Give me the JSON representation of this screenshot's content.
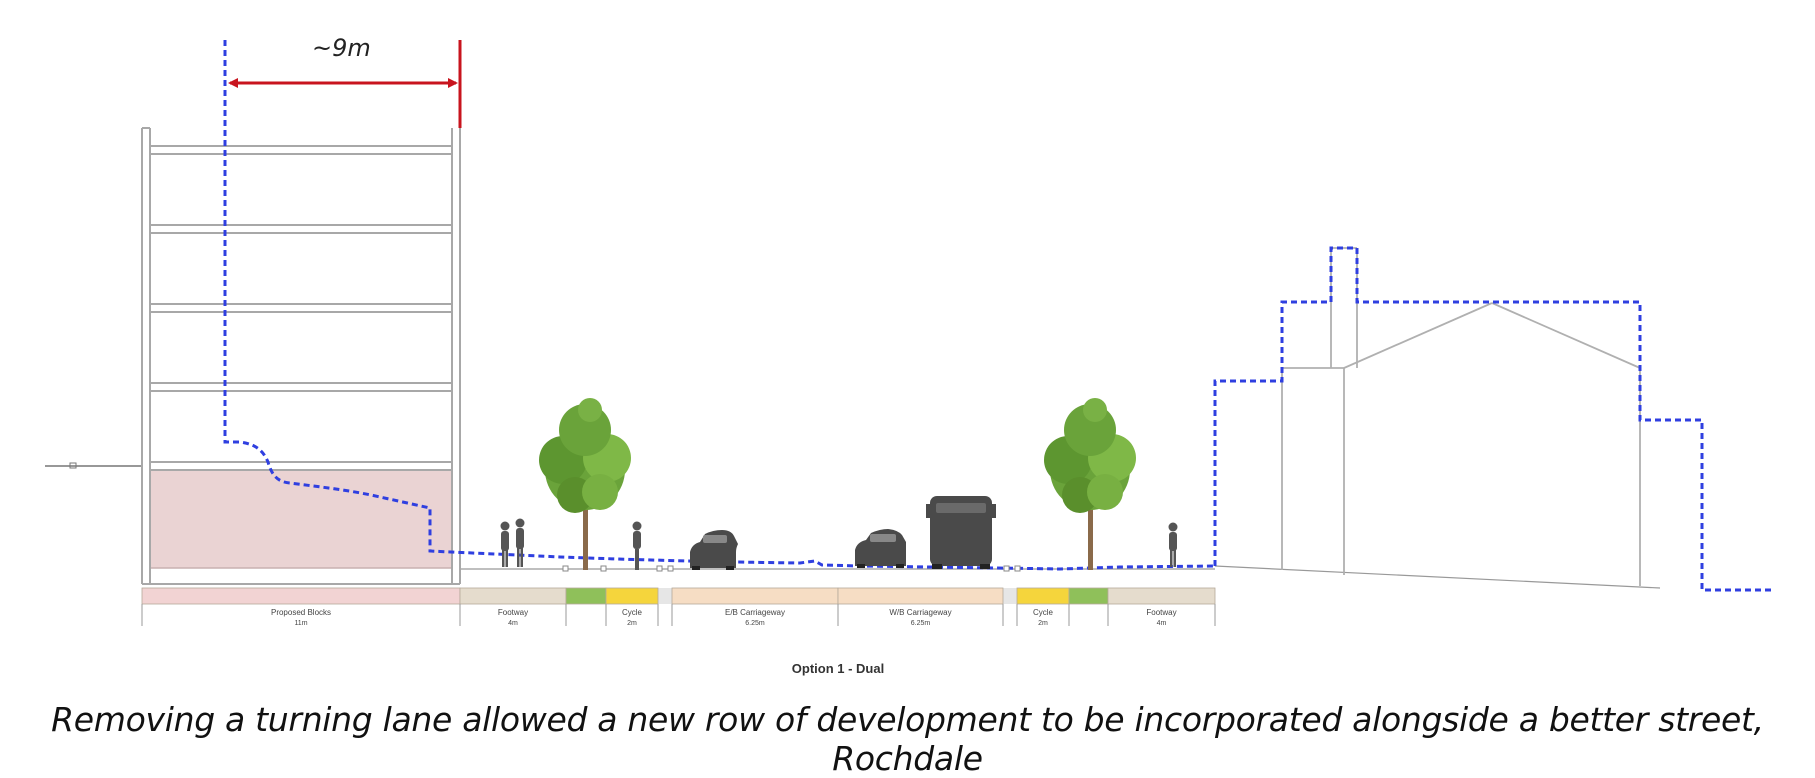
{
  "dimension": {
    "label": "~9m"
  },
  "strips": [
    {
      "id": "proposed-blocks",
      "name": "Proposed Blocks",
      "value": "11m",
      "color": "#f2d3d3"
    },
    {
      "id": "footway-left",
      "name": "Footway",
      "value": "4m",
      "color": "#e5dccd"
    },
    {
      "id": "verge-left",
      "name": "",
      "value": "",
      "color": "#8fc05a"
    },
    {
      "id": "cycle-left",
      "name": "Cycle",
      "value": "2m",
      "color": "#f5d53c"
    },
    {
      "id": "eb-carriageway",
      "name": "E/B Carriageway",
      "value": "6.25m",
      "color": "#f6ddc4"
    },
    {
      "id": "wb-carriageway",
      "name": "W/B Carriageway",
      "value": "6.25m",
      "color": "#f6ddc4"
    },
    {
      "id": "cycle-right",
      "name": "Cycle",
      "value": "2m",
      "color": "#f5d53c"
    },
    {
      "id": "verge-right",
      "name": "",
      "value": "",
      "color": "#8fc05a"
    },
    {
      "id": "footway-right",
      "name": "Footway",
      "value": "4m",
      "color": "#e5dccd"
    }
  ],
  "option_title": "Option 1 - Dual",
  "caption": "Removing a turning lane allowed a new row of development to be incorporated alongside a better street, Rochdale",
  "colors": {
    "dimension_arrow": "#c8141e",
    "existing_outline": "#2f3fe0",
    "building_outline": "#9a9a9a",
    "ground_floor_fill": "#ead3d3",
    "vehicles": "#4a4a4a",
    "tree_foliage": "#6aa33a"
  }
}
